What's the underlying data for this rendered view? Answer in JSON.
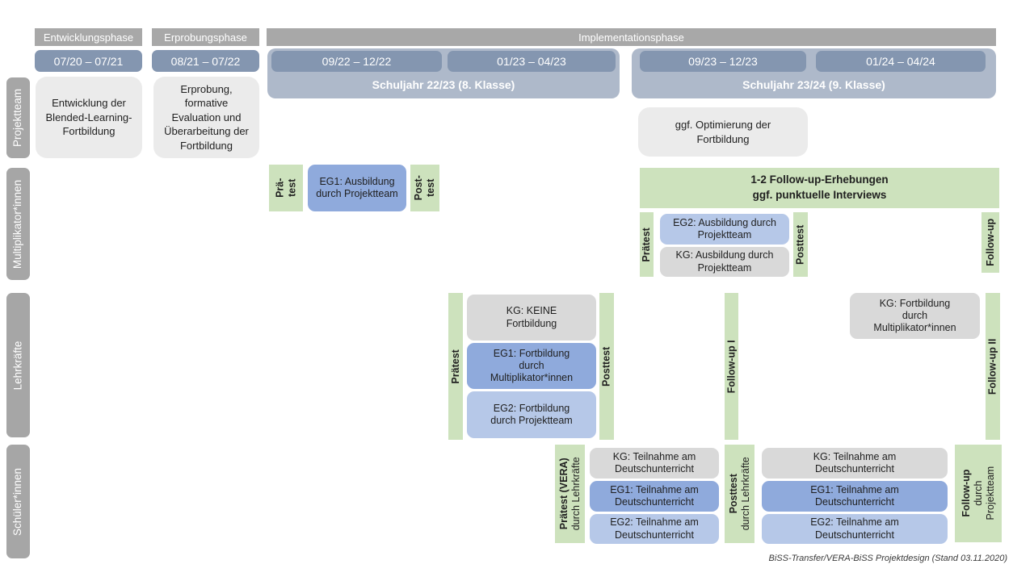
{
  "page": {
    "caption": "BiSS-Transfer/VERA-BiSS Projektdesign (Stand 03.11.2020)"
  },
  "colors": {
    "phase_header": "#A8A8A8",
    "period_bar": "#8496B0",
    "banner": "#AEB9CA",
    "row_label": "#A6A6A6",
    "neutral_box": "#EBEBEB",
    "green": "#CDE2BD",
    "eg1_blue": "#8FAADC",
    "eg2_blue": "#B6C8E8",
    "kg_gray": "#D9D9D9"
  },
  "phases": {
    "entwicklung": "Entwicklungsphase",
    "erprobung": "Erprobungsphase",
    "implementation": "Implementationsphase"
  },
  "periods": {
    "p1": "07/20 – 07/21",
    "p2": "08/21 – 07/22",
    "p3": "09/22 – 12/22",
    "p4": "01/23 – 04/23",
    "p5": "09/23 – 12/23",
    "p6": "01/24 – 04/24"
  },
  "school_years": {
    "sy1": "Schuljahr 22/23 (8. Klasse)",
    "sy2": "Schuljahr 23/24 (9. Klasse)"
  },
  "row_labels": {
    "projektteam": "Projektteam",
    "multiplikatoren": "Multiplikator*innen",
    "lehrkraefte": "Lehrkräfte",
    "schueler": "Schüler*innen"
  },
  "projektteam": {
    "entwicklung": "Entwicklung der Blended-Learning-Fortbildung",
    "erprobung": "Erprobung, formative Evaluation und Überarbeitung der Fortbildung",
    "optimierung": "ggf. Optimierung der Fortbildung"
  },
  "multiplikatoren": {
    "praetest1_l1": "Prä-",
    "praetest1_l2": "test",
    "eg1": "EG1: Ausbildung durch Projektteam",
    "posttest1_l1": "Post-",
    "posttest1_l2": "test",
    "followup_box_l1": "1-2 Follow-up-Erhebungen",
    "followup_box_l2": "ggf. punktuelle Interviews",
    "praetest2": "Prätest",
    "eg2": "EG2: Ausbildung durch Projektteam",
    "kg": "KG: Ausbildung durch Projektteam",
    "posttest2": "Posttest",
    "followup": "Follow-up"
  },
  "lehrkraefte": {
    "praetest": "Prätest",
    "kg": "KG: KEINE Fortbildung",
    "eg1": "EG1: Fortbildung durch Multiplikator*innen",
    "eg2": "EG2: Fortbildung durch Projektteam",
    "posttest": "Posttest",
    "followup1": "Follow-up I",
    "kg2": "KG: Fortbildung durch Multiplikator*innen",
    "followup2": "Follow-up II"
  },
  "schueler": {
    "praetest_bold": "Prätest (VERA)",
    "praetest_sub": "durch Lehrkräfte",
    "kg1": "KG: Teilnahme am Deutschunterricht",
    "eg1a": "EG1: Teilnahme am Deutschunterricht",
    "eg2a": "EG2: Teilnahme am Deutschunterricht",
    "posttest_bold": "Posttest",
    "posttest_sub": "durch Lehrkräfte",
    "kg2": "KG: Teilnahme am Deutschunterricht",
    "eg1b": "EG1: Teilnahme am Deutschunterricht",
    "eg2b": "EG2: Teilnahme am Deutschunterricht",
    "followup_bold": "Follow-up",
    "followup_sub1": "durch",
    "followup_sub2": "Projektteam"
  }
}
